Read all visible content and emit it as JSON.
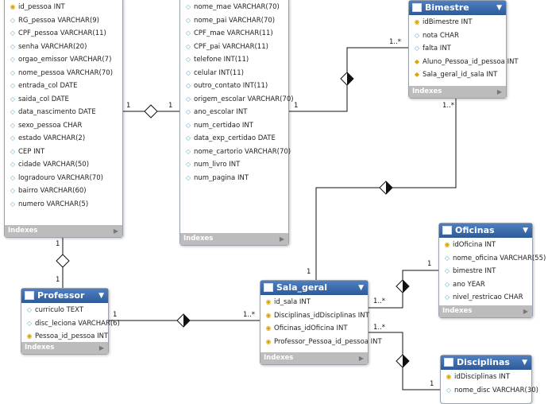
{
  "tables": {
    "pessoa": {
      "fields": [
        "id_pessoa INT",
        "RG_pessoa VARCHAR(9)",
        "CPF_pessoa VARCHAR(11)",
        "senha VARCHAR(20)",
        "orgao_emissor VARCHAR(7)",
        "nome_pessoa VARCHAR(70)",
        "entrada_col DATE",
        "saida_col DATE",
        "data_nascimento DATE",
        "sexo_pessoa CHAR",
        "estado VARCHAR(2)",
        "CEP INT",
        "cidade VARCHAR(50)",
        "logradouro VARCHAR(70)",
        "bairro VARCHAR(60)",
        "numero VARCHAR(5)"
      ],
      "indexes": "Indexes"
    },
    "aluno": {
      "fields": [
        "nome_mae VARCHAR(70)",
        "nome_pai VARCHAR(70)",
        "CPF_mae VARCHAR(11)",
        "CPF_pai VARCHAR(11)",
        "telefone INT(11)",
        "celular INT(11)",
        "outro_contato INT(11)",
        "origem_escolar VARCHAR(70)",
        "ano_escolar INT",
        "num_certidao INT",
        "data_exp_certidao DATE",
        "nome_cartorio VARCHAR(70)",
        "num_livro INT",
        "num_pagina INT"
      ],
      "indexes": "Indexes"
    },
    "bimestre": {
      "title": "Bimestre",
      "fields": [
        "idBimestre INT",
        "nota CHAR",
        "falta INT",
        "Aluno_Pessoa_id_pessoa INT",
        "Sala_geral_id_sala INT"
      ],
      "indexes": "Indexes"
    },
    "professor": {
      "title": "Professor",
      "fields": [
        "curriculo TEXT",
        "disc_leciona VARCHAR(6)",
        "Pessoa_id_pessoa INT"
      ],
      "indexes": "Indexes"
    },
    "sala_geral": {
      "title": "Sala_geral",
      "fields": [
        "id_sala INT",
        "Disciplinas_idDisciplinas INT",
        "Oficinas_idOficina INT",
        "Professor_Pessoa_id_pessoa INT"
      ],
      "indexes": "Indexes"
    },
    "oficinas": {
      "title": "Oficinas",
      "fields": [
        "idOficina INT",
        "nome_oficina VARCHAR(55)",
        "bimestre INT",
        "ano YEAR",
        "nivel_restricao CHAR"
      ],
      "indexes": "Indexes"
    },
    "disciplinas": {
      "title": "Disciplinas",
      "fields": [
        "idDisciplinas INT",
        "nome_disc VARCHAR(30)"
      ]
    }
  },
  "cardinalities": {
    "pessoa_aluno_left": "1",
    "pessoa_aluno_right": "1",
    "aluno_bimestre_one": "1",
    "aluno_bimestre_many": "1..*",
    "bimestre_sala_many": "1..*",
    "bimestre_sala_one": "1",
    "pessoa_prof_top": "1",
    "pessoa_prof_bottom": "1",
    "prof_sala_one": "1",
    "prof_sala_many": "1..*",
    "oficina_sala_one": "1",
    "oficina_sala_many": "1..*",
    "disc_sala_one": "1",
    "disc_sala_many": "1..*"
  }
}
